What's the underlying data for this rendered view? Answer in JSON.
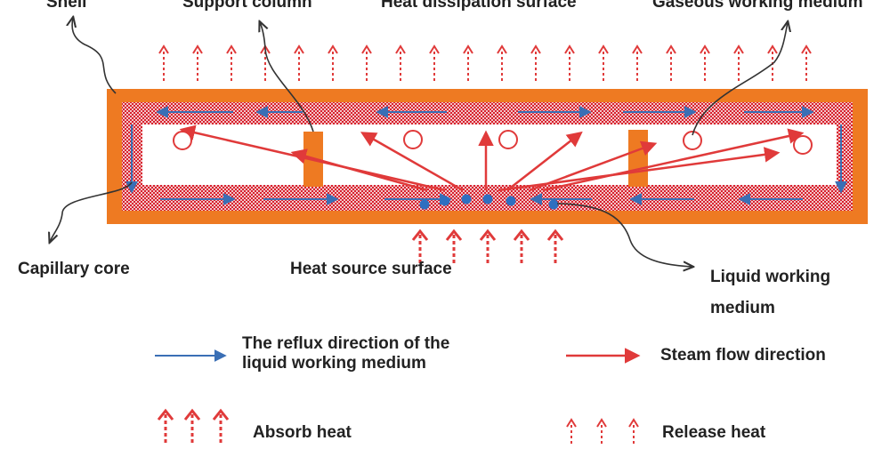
{
  "labels": {
    "shell": "Shell",
    "support_column": "Support column",
    "heat_dissipation_surface": "Heat dissipation surface",
    "gaseous_working_medium": "Gaseous working medium",
    "capillary_core": "Capillary core",
    "heat_source_surface": "Heat source surface",
    "liquid_working_medium": "Liquid working medium"
  },
  "legend": {
    "reflux": "The reflux direction of the liquid working medium",
    "steam": "Steam flow direction",
    "absorb": "Absorb heat",
    "release": "Release heat"
  },
  "colors": {
    "shell": "#ee7a22",
    "wick": "#d8202e",
    "steam": "#e03a3a",
    "reflux": "#3a6fb5",
    "leader": "#333333"
  }
}
